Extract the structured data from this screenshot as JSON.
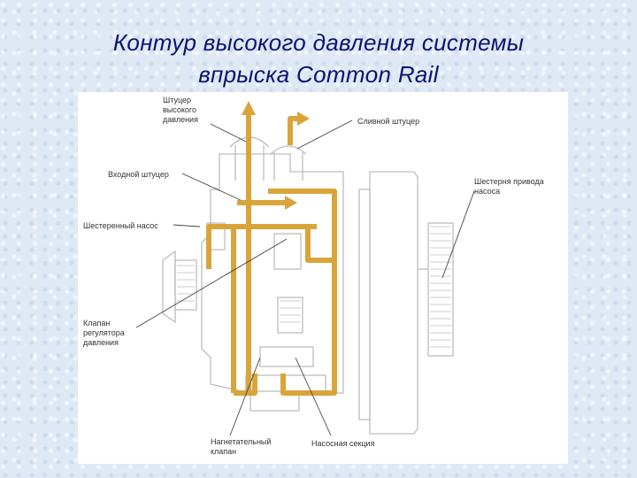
{
  "slide": {
    "title_line1": "Контур высокого давления системы",
    "title_line2": "впрыска Common Rail"
  },
  "labels": {
    "high_pressure_fitting": [
      "Штуцер",
      "высокого",
      "давления"
    ],
    "drain_fitting": "Сливной штуцер",
    "inlet_fitting": "Входной штуцер",
    "drive_gear": [
      "Шестерня привода",
      "насоса"
    ],
    "gear_pump": "Шестеренный насос",
    "pressure_valve": [
      "Клапан",
      "регулятора",
      "давления"
    ],
    "delivery_valve": [
      "Нагнетательный",
      "клапан"
    ],
    "pump_section": "Насосная секция"
  },
  "colors": {
    "title": "#0b1470",
    "flow": "#d9a53a",
    "outline": "#bdbdbd",
    "leader": "#444444"
  }
}
